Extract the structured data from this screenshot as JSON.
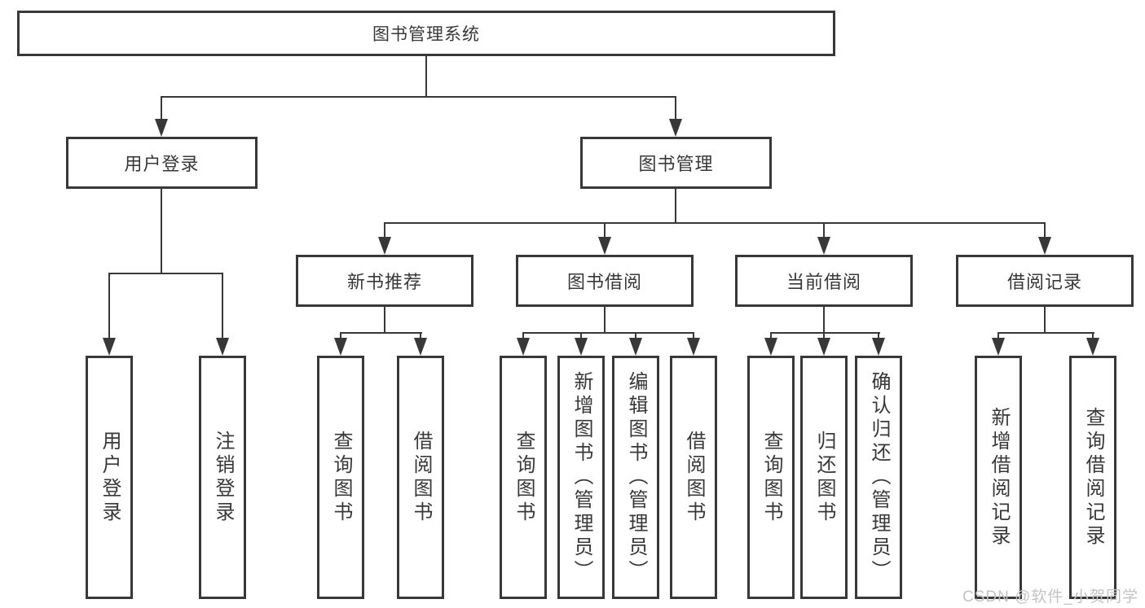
{
  "diagram": {
    "root": {
      "label": "图书管理系统"
    },
    "level2": [
      {
        "id": "user-login",
        "label": "用户登录"
      },
      {
        "id": "book-management",
        "label": "图书管理"
      }
    ],
    "level3": [
      {
        "id": "new-book-recommend",
        "label": "新书推荐"
      },
      {
        "id": "book-borrow",
        "label": "图书借阅"
      },
      {
        "id": "current-borrow",
        "label": "当前借阅"
      },
      {
        "id": "borrow-records",
        "label": "借阅记录"
      }
    ],
    "leaves": [
      {
        "group": "用户登录",
        "label": "用户登录"
      },
      {
        "group": "用户登录",
        "label": "注销登录"
      },
      {
        "group": "新书推荐",
        "label": "查询图书"
      },
      {
        "group": "新书推荐",
        "label": "借阅图书"
      },
      {
        "group": "图书借阅",
        "label": "查询图书"
      },
      {
        "group": "图书借阅",
        "label": "新增图书（管理员）"
      },
      {
        "group": "图书借阅",
        "label": "编辑图书（管理员）"
      },
      {
        "group": "图书借阅",
        "label": "借阅图书"
      },
      {
        "group": "当前借阅",
        "label": "查询图书"
      },
      {
        "group": "当前借阅",
        "label": "归还图书"
      },
      {
        "group": "当前借阅",
        "label": "确认归还（管理员）"
      },
      {
        "group": "借阅记录",
        "label": "新增借阅记录"
      },
      {
        "group": "借阅记录",
        "label": "查询借阅记录"
      }
    ]
  },
  "watermark": {
    "text": "CSDN @软件_小贺同学"
  },
  "colors": {
    "line": "#383838",
    "box_border": "#383838",
    "box_bg": "#ffffff",
    "text": "#383838",
    "watermark": "#c3c3c3",
    "background": "#ffffff"
  }
}
